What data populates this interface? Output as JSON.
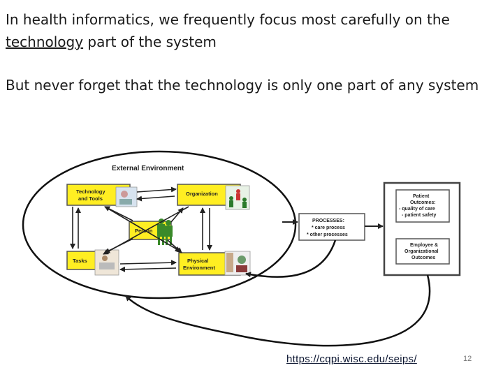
{
  "slide": {
    "line1": "In health informatics, we frequently focus most carefully on the",
    "line2_underlined": "technology",
    "line2_rest": " part of the system",
    "line3": "But never forget that the technology is only one part of any system",
    "url": "https://cqpi.wisc.edu/seips/",
    "page_number": "12"
  },
  "diagram": {
    "external_environment": "External Environment",
    "technology_line1": "Technology",
    "technology_line2": "and Tools",
    "organization": "Organization",
    "person": "Person",
    "tasks": "Tasks",
    "physical_line1": "Physical",
    "physical_line2": "Environment",
    "processes_title": "PROCESSES:",
    "processes_item1": "* care process",
    "processes_item2": "* other processes",
    "patient_line1": "Patient",
    "patient_line2": "Outcomes:",
    "patient_line3": "- quality of care",
    "patient_line4": "- patient safety",
    "employee_line1": "Employee &",
    "employee_line2": "Organizational",
    "employee_line3": "Outcomes",
    "colors": {
      "box_fill": "#ffee22",
      "box_stroke": "#555555",
      "arrow": "#222222"
    }
  }
}
